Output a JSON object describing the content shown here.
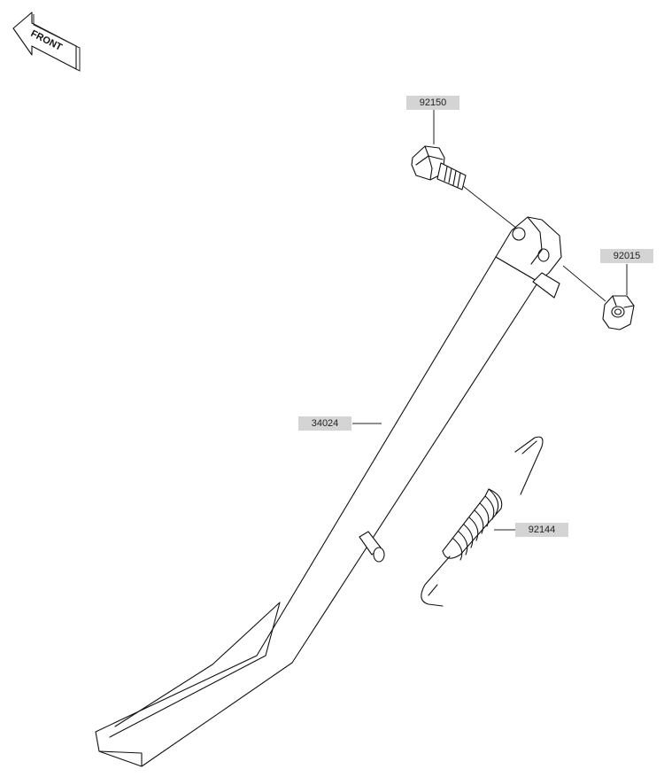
{
  "front_indicator": {
    "label": "FRONT"
  },
  "parts": [
    {
      "id": "bolt",
      "number": "92150"
    },
    {
      "id": "nut",
      "number": "92015"
    },
    {
      "id": "side-stand",
      "number": "34024"
    },
    {
      "id": "spring",
      "number": "92144"
    }
  ]
}
